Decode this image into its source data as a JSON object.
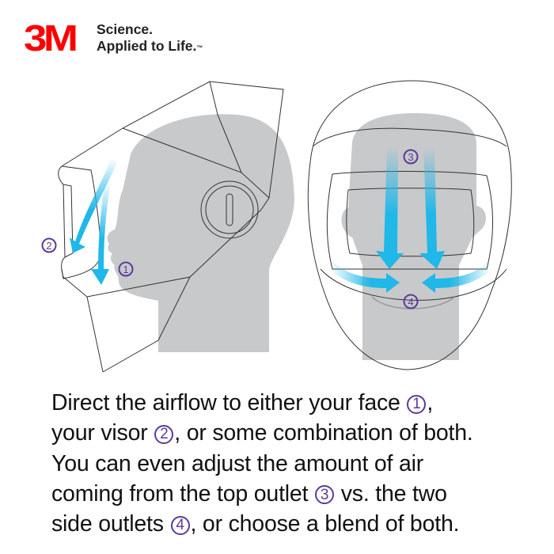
{
  "logo": {
    "mark": "3M",
    "tagline_line1": "Science.",
    "tagline_line2": "Applied to Life.",
    "trademark": "™",
    "brand_color": "#ff0000"
  },
  "diagram": {
    "side_view_labels": [
      {
        "number": "1",
        "meaning": "face"
      },
      {
        "number": "2",
        "meaning": "visor"
      }
    ],
    "front_view_labels": [
      {
        "number": "3",
        "meaning": "top outlet"
      },
      {
        "number": "4",
        "meaning": "side outlets"
      }
    ],
    "colors": {
      "arrow": "#1fb8e8",
      "head": "#c8c9cb",
      "badge": "#5b3a9a",
      "outline": "#333333"
    }
  },
  "caption": {
    "line1_text": "Direct the airflow to either your face",
    "line1_badge": "1",
    "line1_end": ",",
    "line2_start": "your visor",
    "line2_badge": "2",
    "line2_end": ", or some combination of both.",
    "line3": "You can even adjust the amount of air",
    "line4_start": "coming from the top outlet",
    "line4_badge": "3",
    "line4_end": "vs. the two",
    "line5_start": "side outlets",
    "line5_badge": "4",
    "line5_end": ", or choose a blend of both."
  }
}
